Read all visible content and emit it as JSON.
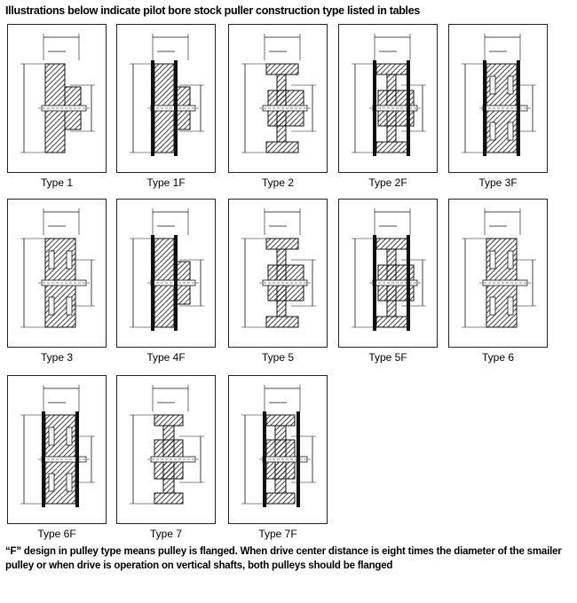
{
  "heading": "Illustrations below indicate pilot bore stock puller construction type listed in tables",
  "footnote": {
    "line1": "“F” design in pulley type means pulley is flanged. When drive center distance is eight times the diameter of the smailer",
    "line2": "pulley or when drive is operation on vertical shafts, both pulleys should be flanged"
  },
  "diagrams": [
    {
      "label": "Type 1",
      "flanged": false,
      "style": "hub"
    },
    {
      "label": "Type 1F",
      "flanged": true,
      "style": "hub"
    },
    {
      "label": "Type 2",
      "flanged": false,
      "style": "web"
    },
    {
      "label": "Type 2F",
      "flanged": true,
      "style": "web"
    },
    {
      "label": "Type 3F",
      "flanged": true,
      "style": "solid"
    },
    {
      "label": "Type 3",
      "flanged": false,
      "style": "solid"
    },
    {
      "label": "Type 4F",
      "flanged": true,
      "style": "hubweb"
    },
    {
      "label": "Type 5",
      "flanged": false,
      "style": "web"
    },
    {
      "label": "Type 5F",
      "flanged": true,
      "style": "web"
    },
    {
      "label": "Type 6",
      "flanged": false,
      "style": "solid"
    },
    {
      "label": "Type 6F",
      "flanged": true,
      "style": "solid"
    },
    {
      "label": "Type 7",
      "flanged": false,
      "style": "spoke"
    },
    {
      "label": "Type 7F",
      "flanged": true,
      "style": "spoke"
    }
  ]
}
